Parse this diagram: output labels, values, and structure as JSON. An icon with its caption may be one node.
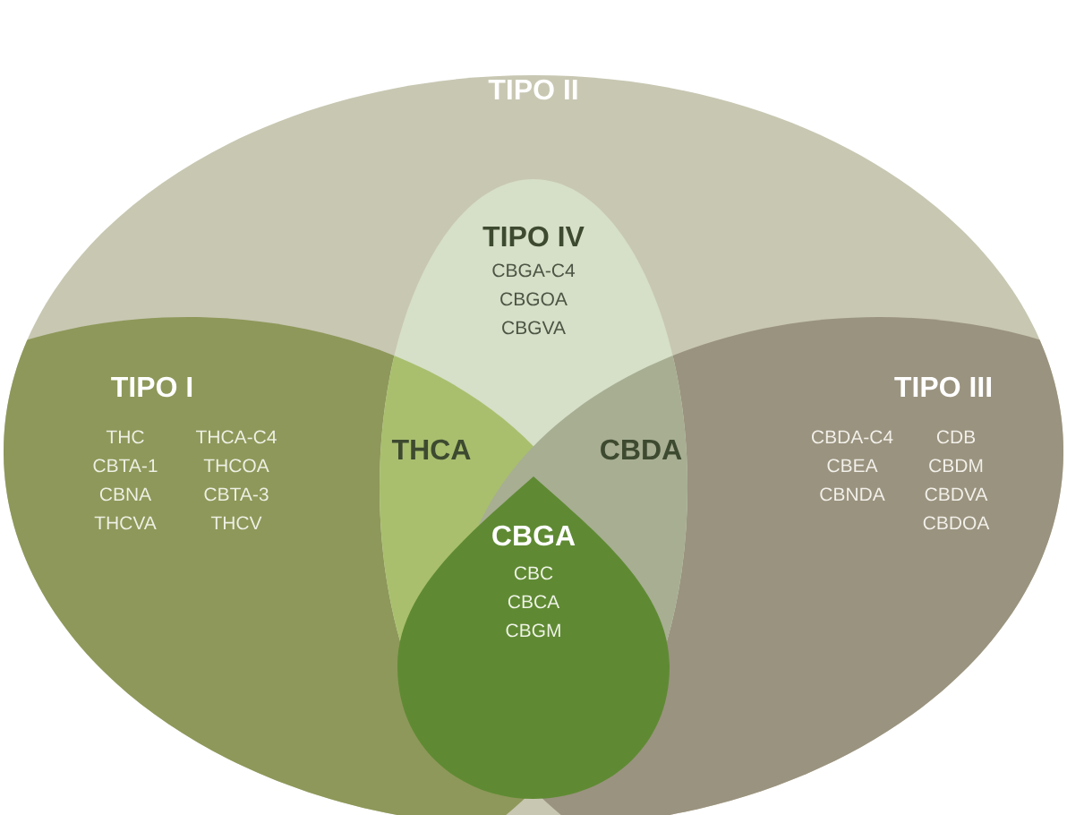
{
  "diagram": {
    "nodes": [
      {
        "text": [
          "TIPO II"
        ]
      },
      {
        "text": [
          "TIPO I",
          "THC",
          "THCA-C4",
          "CBTA-1",
          "THCOA",
          "CBNA",
          "CBTA-3",
          "THCVA",
          "THCV"
        ]
      },
      {
        "text": [
          "TIPO III",
          "CBDA-C4",
          "CDB",
          "CBEA",
          "CBDM",
          "CBNDA",
          "CBDVA",
          "CBDOA"
        ]
      },
      {
        "text": [
          "TIPO IV",
          "CBGA-C4",
          "CBGOA",
          "CBGVA"
        ]
      },
      {
        "text": [
          "CBGA",
          "CBC",
          "CBCA",
          "CBGM"
        ]
      }
    ],
    "labels": [
      "THCA",
      "CBDA"
    ]
  }
}
